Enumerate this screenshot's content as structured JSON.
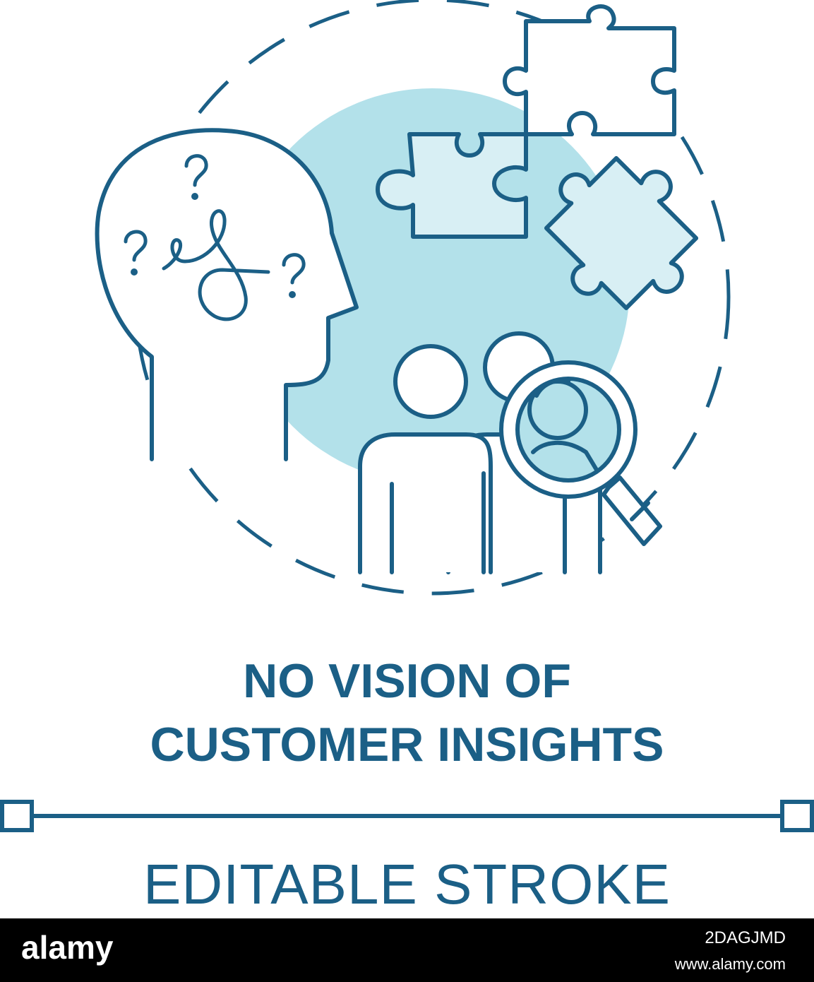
{
  "title_line1": "NO VISION OF",
  "title_line2": "CUSTOMER INSIGHTS",
  "subtitle": "EDITABLE STROKE",
  "footer": {
    "brand": "alamy",
    "image_id": "2DAGJMD",
    "site": "www.alamy.com"
  },
  "colors": {
    "stroke": "#1b5f86",
    "fill_light": "#b3e1ea",
    "fill_pale": "#d8eff4",
    "footer_bg": "#000000"
  },
  "icons": [
    "head-icon",
    "question-mark-icon",
    "scribble-icon",
    "puzzle-piece-icon",
    "people-icon",
    "magnifier-icon"
  ]
}
